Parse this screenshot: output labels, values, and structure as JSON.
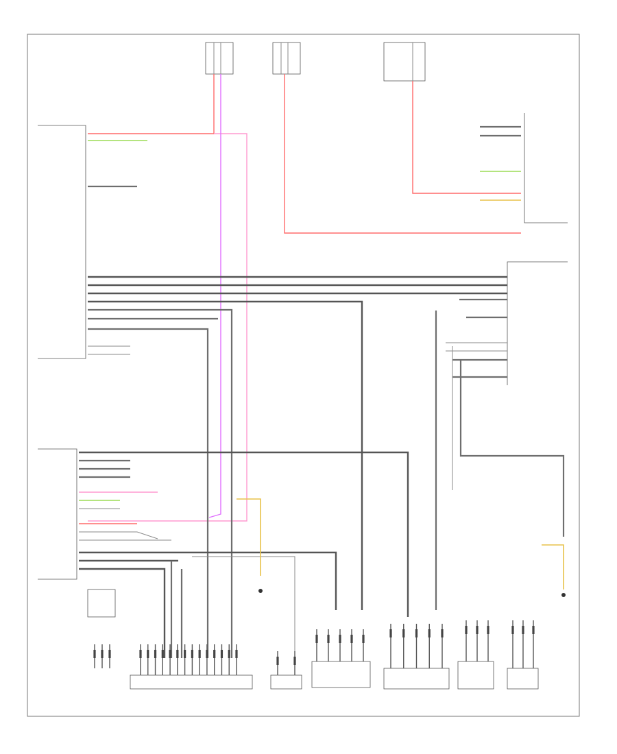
{
  "diagram": {
    "page_number": "",
    "legend": [
      "",
      ""
    ],
    "top_connectors": [
      "",
      "",
      ""
    ],
    "components": [
      {
        "id": "upper_module",
        "label": ""
      },
      {
        "id": "lower_module",
        "label": ""
      },
      {
        "id": "right_upper_module",
        "label": ""
      },
      {
        "id": "right_middle_module",
        "label": ""
      },
      {
        "id": "bottom_left_switch",
        "label": ""
      },
      {
        "id": "central_module",
        "label": ""
      },
      {
        "id": "bottom_unit_2",
        "label": ""
      },
      {
        "id": "bottom_unit_3",
        "label": ""
      },
      {
        "id": "bottom_unit_4",
        "label": ""
      },
      {
        "id": "bottom_unit_5",
        "label": ""
      },
      {
        "id": "bottom_unit_6",
        "label": ""
      },
      {
        "id": "ground",
        "label": ""
      }
    ],
    "colors": {
      "red": "#ff6a6a",
      "pink": "#ff9ad0",
      "magenta": "#e070ff",
      "green": "#9bdc55",
      "yellow": "#e8c24a",
      "gray": "#6e6e6e"
    }
  }
}
